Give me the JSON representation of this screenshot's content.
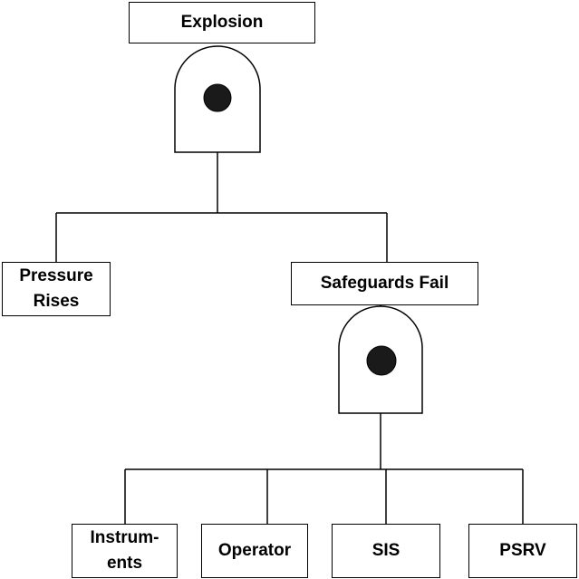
{
  "diagram": {
    "top_event": {
      "label": "Explosion"
    },
    "gate_top": {
      "type": "AND"
    },
    "event_pressure": {
      "label": "Pressure\nRises"
    },
    "event_safeguards": {
      "label": "Safeguards Fail"
    },
    "gate_safeguards": {
      "type": "AND"
    },
    "basic_events": [
      {
        "label": "Instrum-\nents"
      },
      {
        "label": "Operator"
      },
      {
        "label": "SIS"
      },
      {
        "label": "PSRV"
      }
    ]
  }
}
